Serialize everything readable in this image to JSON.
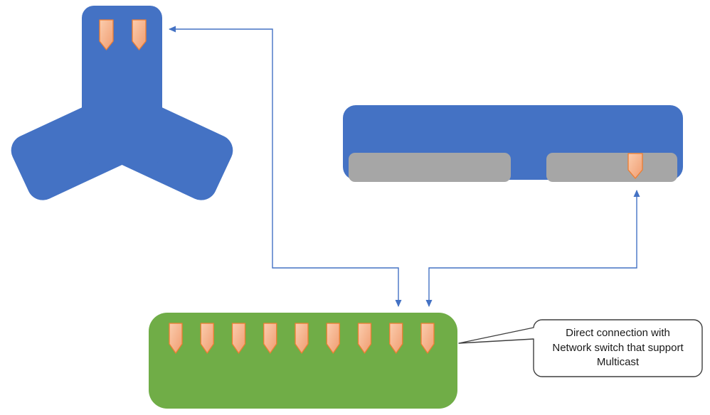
{
  "colors": {
    "canvas_bg": "#FFFFFF",
    "device_blue": "#4472C4",
    "switch_green": "#70AD47",
    "slot_gray": "#A6A6A6",
    "pin_light": "#FBCDAE",
    "pin_dark": "#F09C70",
    "pin_stroke": "#ED7D31",
    "connector": "#4472C4",
    "callout_border": "#3F3F3F",
    "callout_fill": "#FFFFFF",
    "callout_text": "#1A1A1A"
  },
  "nodes": {
    "y_splitter": {
      "ports": 2
    },
    "dock": {
      "ports": 1,
      "slots": 2
    },
    "network_switch": {
      "ports": 9
    }
  },
  "callout": {
    "text": "Direct connection with Network switch that support Multicast",
    "lines": [
      "Direct connection with",
      "Network switch that support",
      "Multicast"
    ]
  }
}
